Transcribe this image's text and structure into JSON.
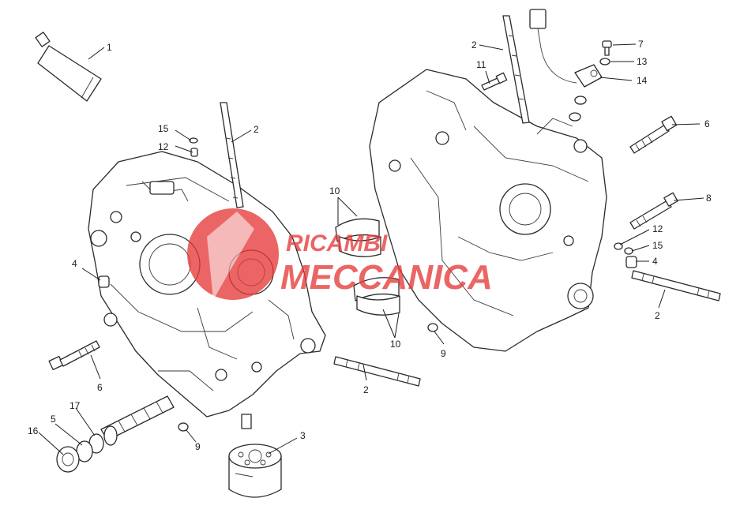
{
  "diagram": {
    "callouts": [
      {
        "id": "c1",
        "label": "1"
      },
      {
        "id": "c2a",
        "label": "2"
      },
      {
        "id": "c2b",
        "label": "2"
      },
      {
        "id": "c2c",
        "label": "2"
      },
      {
        "id": "c2d",
        "label": "2"
      },
      {
        "id": "c3",
        "label": "3"
      },
      {
        "id": "c4a",
        "label": "4"
      },
      {
        "id": "c4b",
        "label": "4"
      },
      {
        "id": "c5",
        "label": "5"
      },
      {
        "id": "c6a",
        "label": "6"
      },
      {
        "id": "c6b",
        "label": "6"
      },
      {
        "id": "c7",
        "label": "7"
      },
      {
        "id": "c8",
        "label": "8"
      },
      {
        "id": "c9a",
        "label": "9"
      },
      {
        "id": "c9b",
        "label": "9"
      },
      {
        "id": "c10a",
        "label": "10"
      },
      {
        "id": "c10b",
        "label": "10"
      },
      {
        "id": "c11",
        "label": "11"
      },
      {
        "id": "c12a",
        "label": "12"
      },
      {
        "id": "c12b",
        "label": "12"
      },
      {
        "id": "c13",
        "label": "13"
      },
      {
        "id": "c14",
        "label": "14"
      },
      {
        "id": "c15a",
        "label": "15"
      },
      {
        "id": "c15b",
        "label": "15"
      },
      {
        "id": "c16",
        "label": "16"
      },
      {
        "id": "c17",
        "label": "17"
      }
    ]
  },
  "watermark": {
    "line1": "RICAMBI",
    "line2": "MECCANICA",
    "color": "#e63a3a"
  }
}
